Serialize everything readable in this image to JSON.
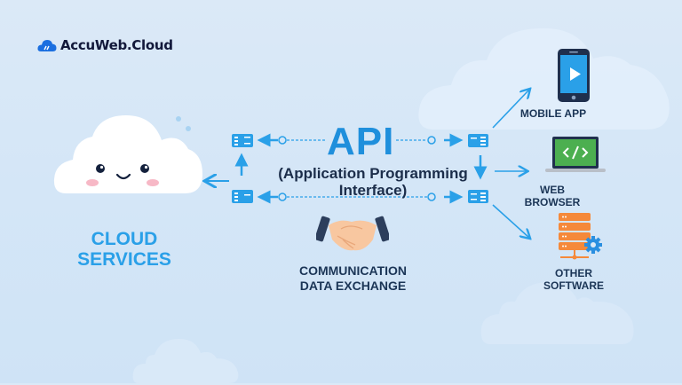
{
  "brand": {
    "name": "AccuWeb.Cloud",
    "logo_icon": "cloud-logo-icon",
    "logo_color": "#1b6fe0"
  },
  "center": {
    "title": "API",
    "subtitle_line1": "(Application Programming",
    "subtitle_line2": "Interface)",
    "connector_icon": "server-rack-icon",
    "handshake_icon": "handshake-icon",
    "caption_line1": "COMMUNICATION",
    "caption_line2": "DATA EXCHANGE"
  },
  "source": {
    "label_line1": "CLOUD",
    "label_line2": "SERVICES",
    "icon": "smiling-cloud-icon"
  },
  "targets": [
    {
      "label": "MOBILE APP",
      "icon": "smartphone-play-icon"
    },
    {
      "label": "WEB BROWSER",
      "icon": "laptop-code-icon"
    },
    {
      "label": "OTHER SOFTWARE",
      "icon": "server-gear-icon"
    }
  ],
  "colors": {
    "accent_blue": "#2aa0e8",
    "dark_navy": "#1b3556",
    "api_blue": "#1f8fdc",
    "code_green": "#4caf50",
    "server_orange": "#f5893a"
  }
}
